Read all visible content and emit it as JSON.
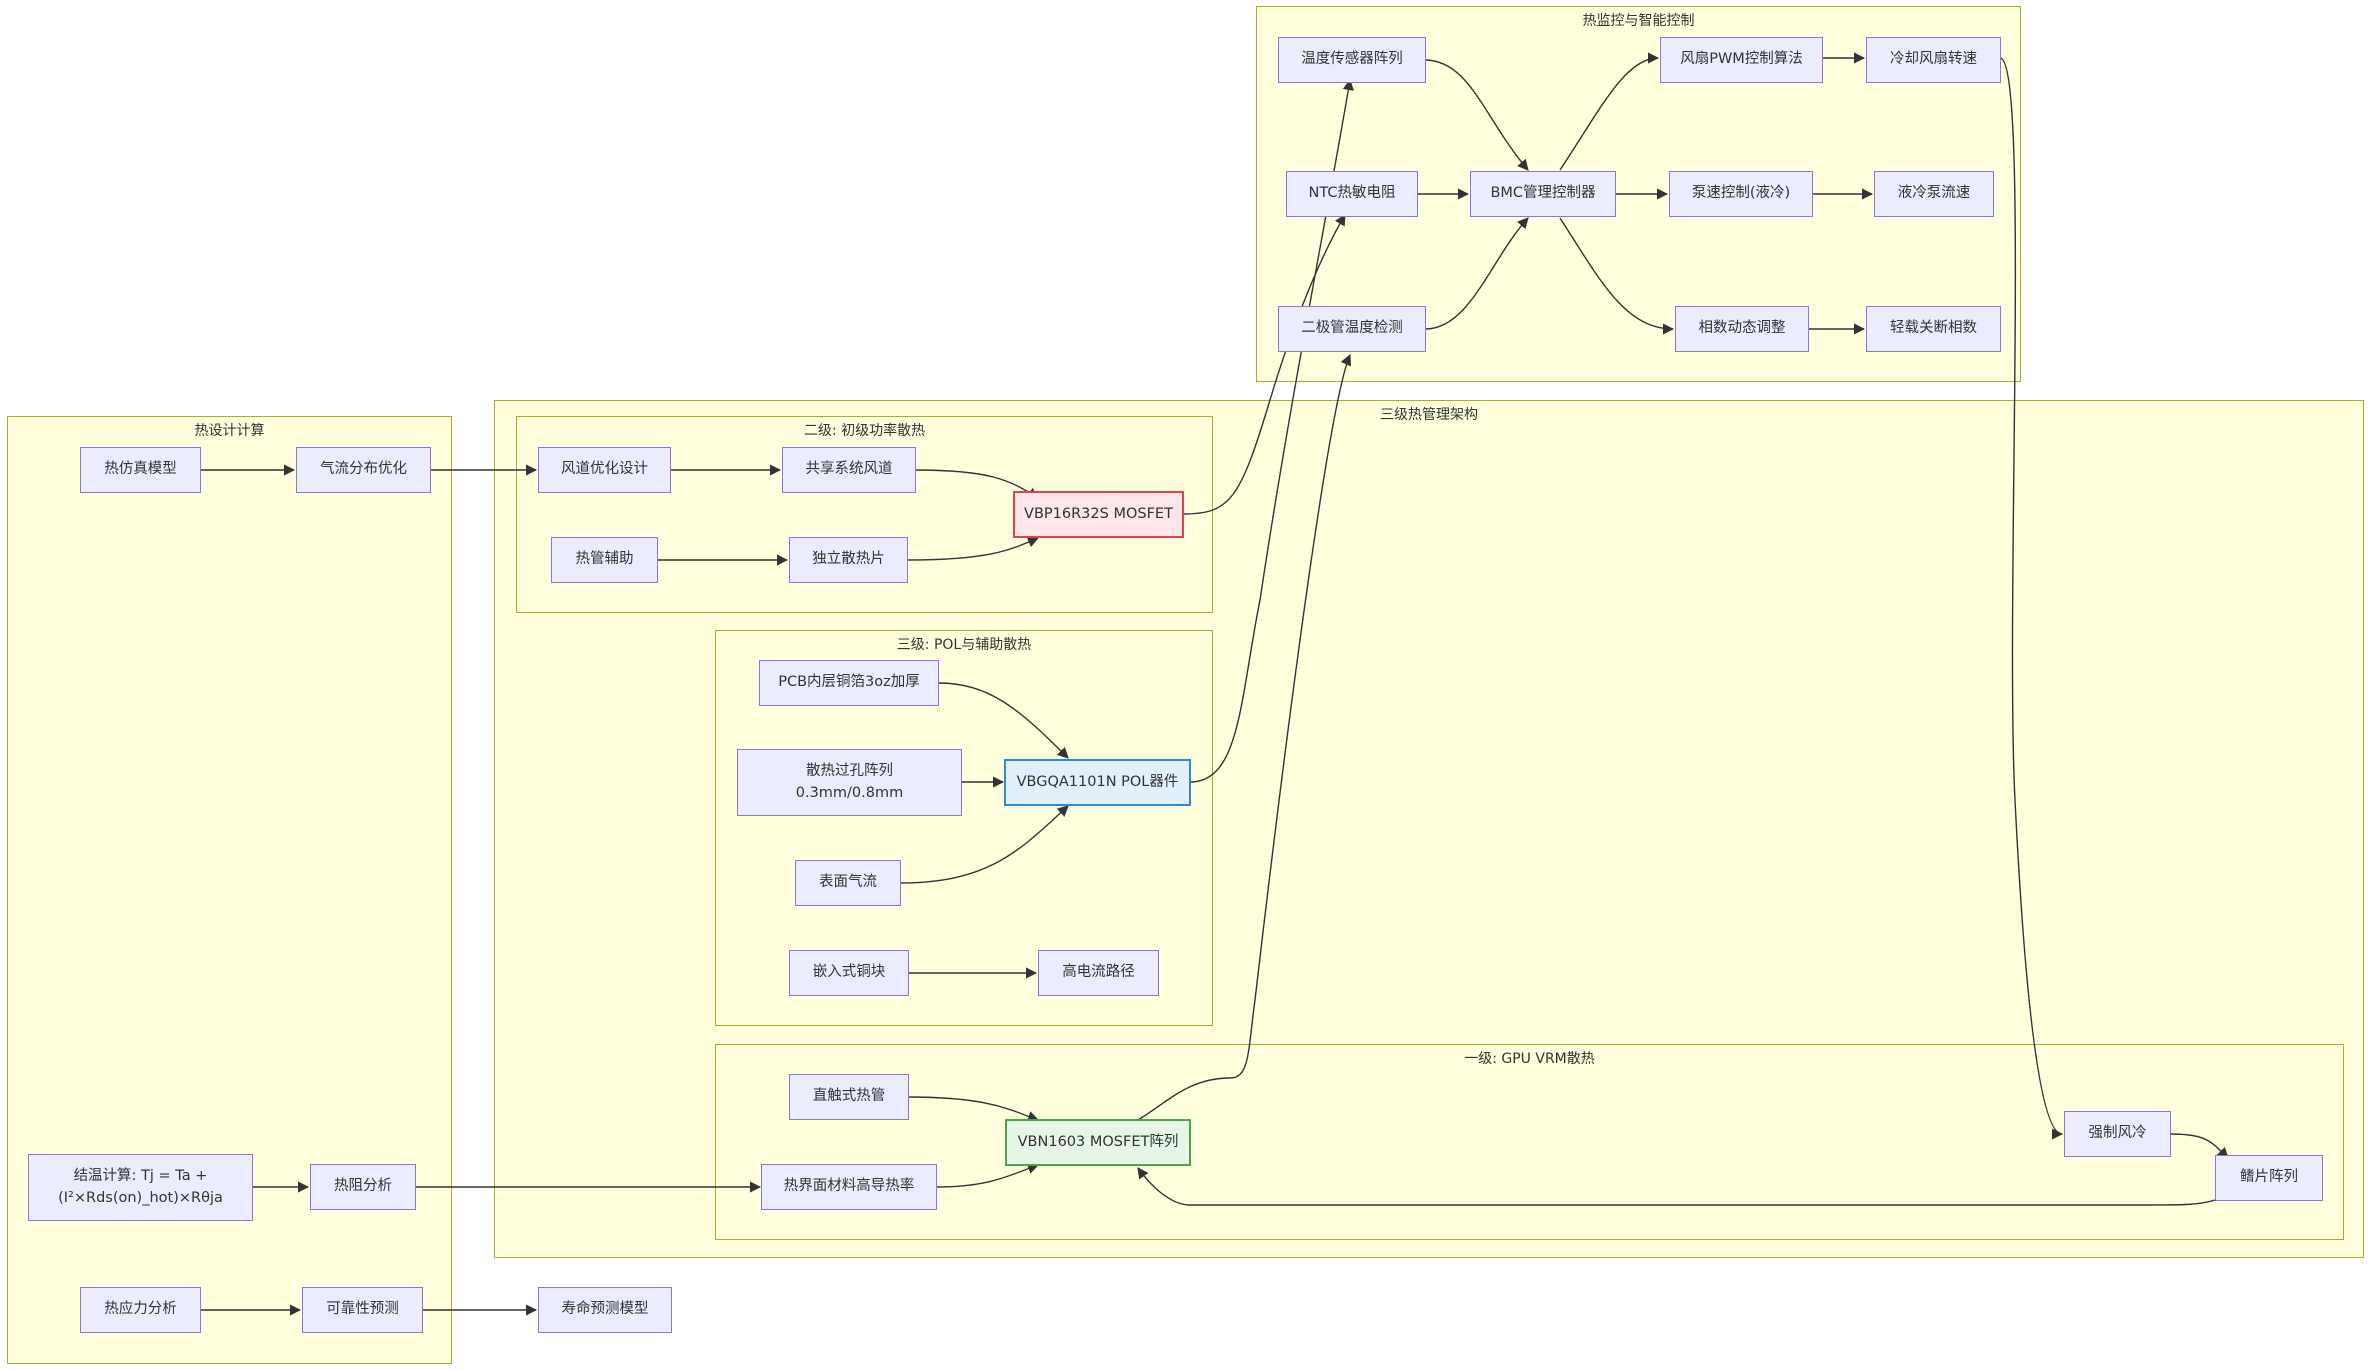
{
  "clusters": {
    "monitor": "热监控与智能控制",
    "design": "热设计计算",
    "arch": "三级热管理架构",
    "level2": "二级: 初级功率散热",
    "level3": "三级: POL与辅助散热",
    "level1": "一级: GPU VRM散热"
  },
  "nodes": {
    "temp_sensor": "温度传感器阵列",
    "ntc": "NTC热敏电阻",
    "diode_temp": "二极管温度检测",
    "bmc": "BMC管理控制器",
    "fan_pwm": "风扇PWM控制算法",
    "fan_speed": "冷却风扇转速",
    "pump_ctrl": "泵速控制(液冷)",
    "pump_flow": "液冷泵流速",
    "phase_adj": "相数动态调整",
    "phase_off": "轻载关断相数",
    "thermal_sim": "热仿真模型",
    "airflow_opt": "气流分布优化",
    "tj_calc": "结温计算: Tj = Ta +\n(I²×Rds(on)_hot)×Rθja",
    "rth_analysis": "热阻分析",
    "stress": "热应力分析",
    "reliability": "可靠性预测",
    "lifetime": "寿命预测模型",
    "duct_design": "风道优化设计",
    "shared_duct": "共享系统风道",
    "heatpipe_aux": "热管辅助",
    "indep_sink": "独立散热片",
    "vbp": "VBP16R32S MOSFET",
    "pcb_copper": "PCB内层铜箔3oz加厚",
    "vias": "散热过孔阵列\n0.3mm/0.8mm",
    "surface_air": "表面气流",
    "vbgqa": "VBGQA1101N POL器件",
    "copper_block": "嵌入式铜块",
    "high_current": "高电流路径",
    "direct_pipe": "直触式热管",
    "tim": "热界面材料高导热率",
    "vbn": "VBN1603 MOSFET阵列",
    "forced_air": "强制风冷",
    "fin_array": "鳍片阵列"
  },
  "colors": {
    "cluster_fill": "#ffffde",
    "cluster_border": "#aaaa33",
    "node_fill": "#ececff",
    "node_border": "#9370db",
    "vbp_border": "#e04050",
    "vbgqa_border": "#2d8bd6",
    "vbn_border": "#4aa84a"
  }
}
